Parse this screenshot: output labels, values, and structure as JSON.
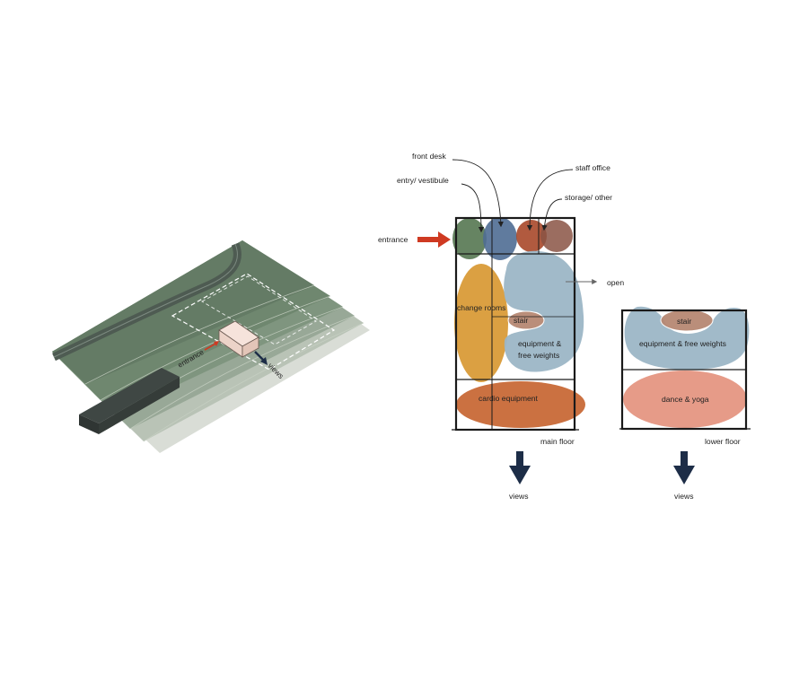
{
  "site": {
    "entrance_label": "entrance",
    "views_label": "views"
  },
  "main_floor": {
    "title": "main floor",
    "callouts": {
      "front_desk": "front desk",
      "entry_vestibule": "entry/ vestibule",
      "staff_office": "staff office",
      "storage_other": "storage/ other",
      "entrance": "entrance",
      "open": "open"
    },
    "zones": {
      "change_rooms": "change rooms",
      "stair": "stair",
      "equipment_free_weights_line1": "equipment &",
      "equipment_free_weights_line2": "free weights",
      "cardio_equipment": "cardio equipment"
    },
    "views_label": "views"
  },
  "lower_floor": {
    "title": "lower floor",
    "zones": {
      "stair": "stair",
      "equipment_free_weights": "equipment & free weights",
      "dance_yoga": "dance & yoga"
    },
    "views_label": "views"
  },
  "colors": {
    "entry": "#5e7d5a",
    "front_desk": "#4f6d94",
    "staff_office": "#a9482a",
    "storage": "#8a5444",
    "change_rooms": "#d7962e",
    "equipment": "#9cb6c6",
    "cardio": "#c5622c",
    "stair": "#b78873",
    "dance": "#e59682",
    "entrance_arrow": "#cf3a22",
    "views_arrow": "#1d2d47",
    "open_arrow": "#666666",
    "terrain": "#6e8a6f"
  }
}
